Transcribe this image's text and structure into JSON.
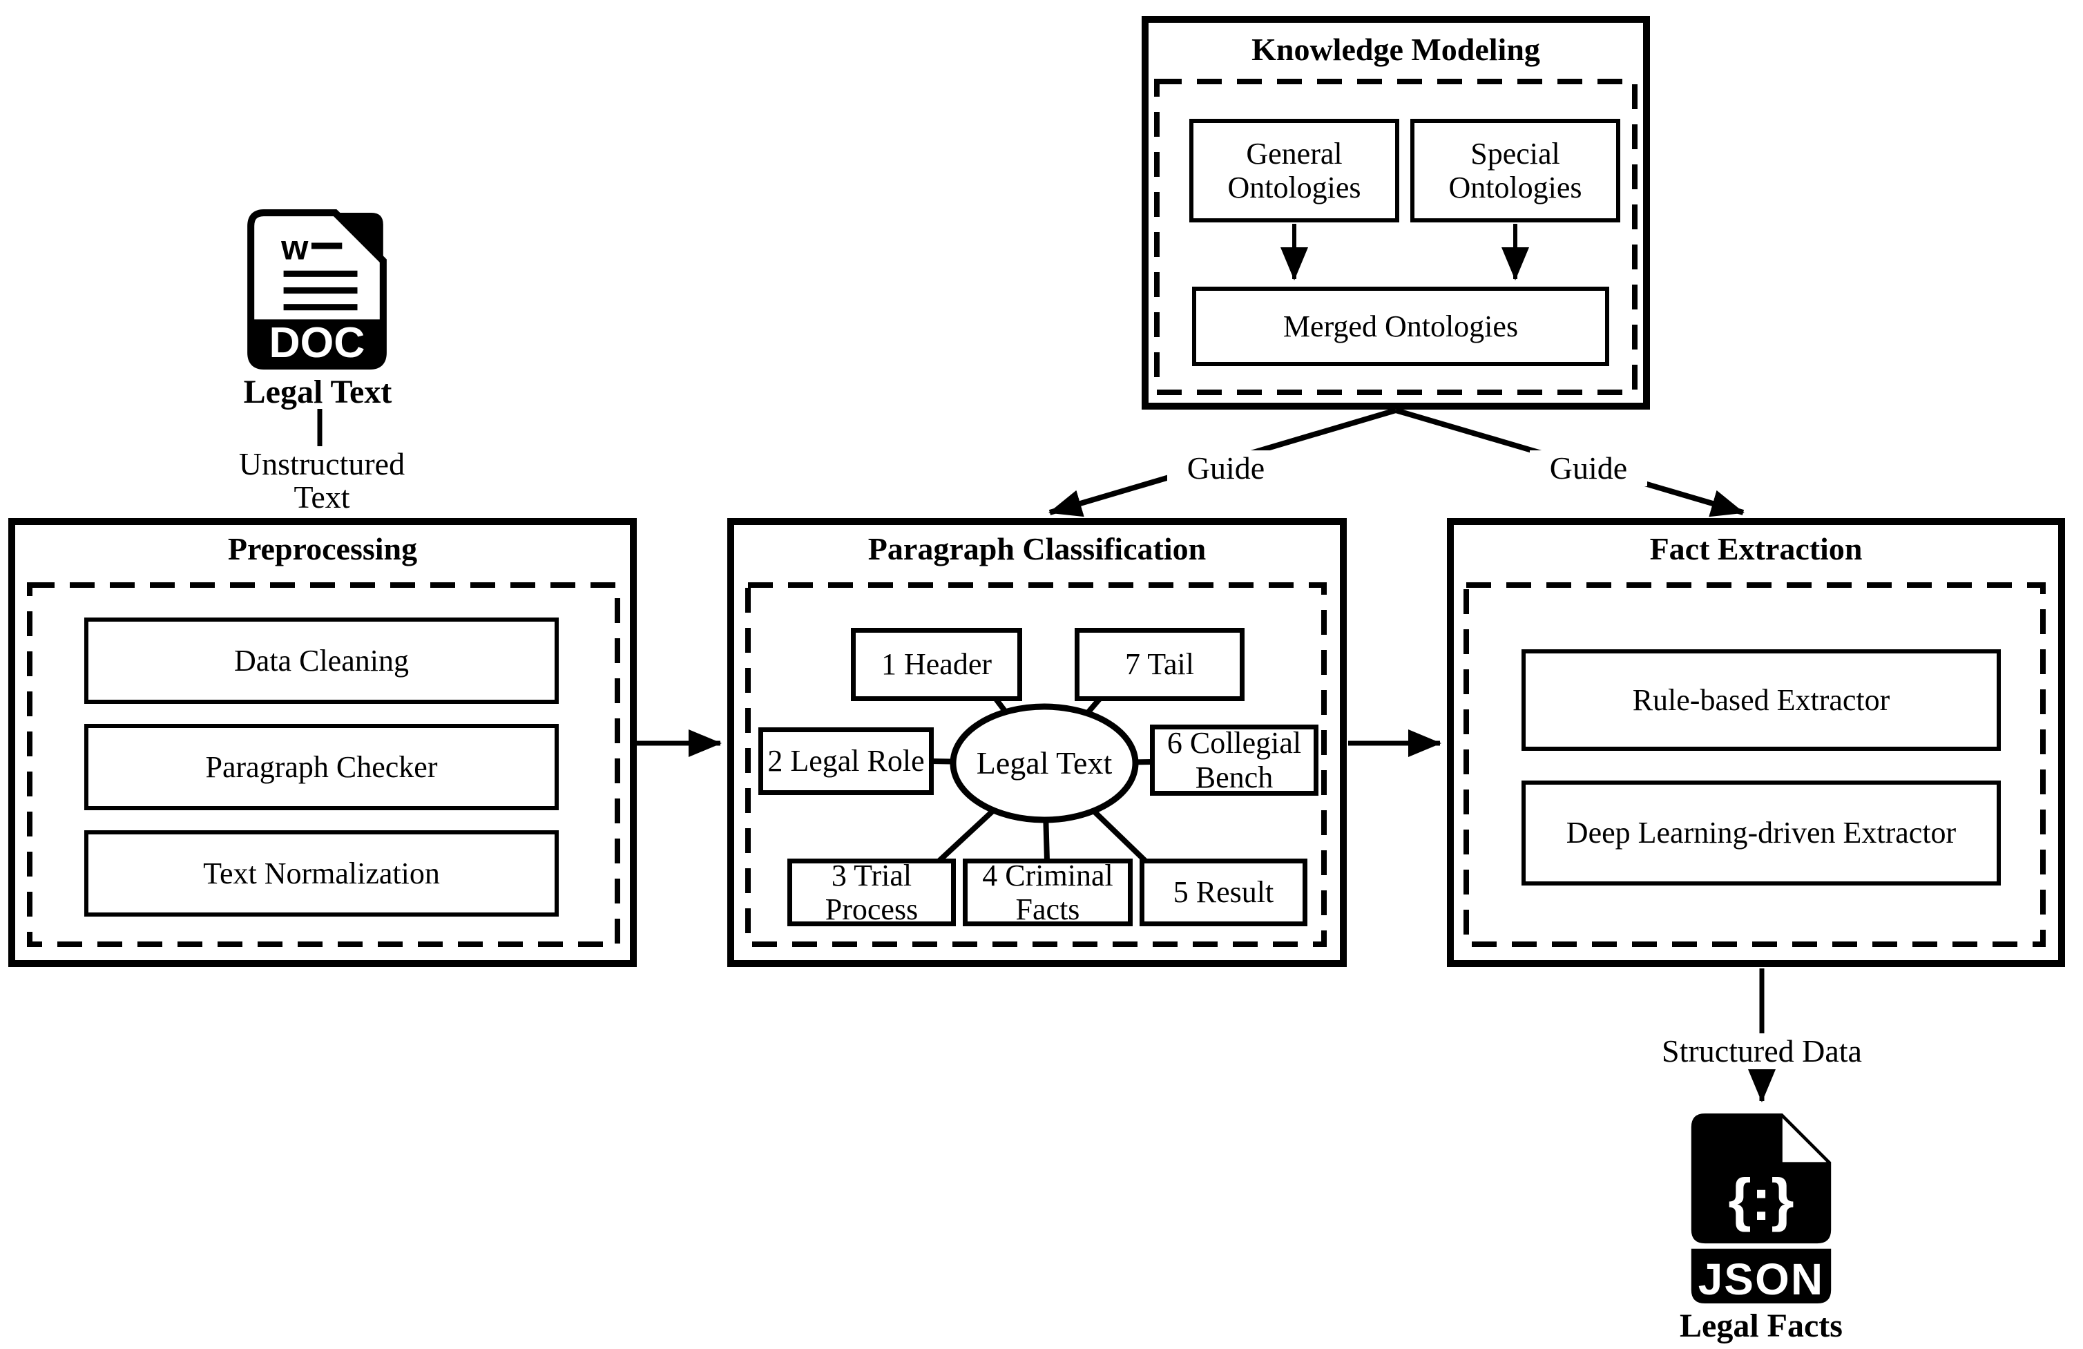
{
  "diagram": {
    "input": {
      "label": "Legal Text",
      "file_type": "DOC",
      "page_marker": "w"
    },
    "input_edge_label": "Unstructured Text",
    "knowledge_modeling": {
      "title": "Knowledge Modeling",
      "general": "General Ontologies",
      "special": "Special Ontologies",
      "merged": "Merged Ontologies",
      "guide_left": "Guide",
      "guide_right": "Guide"
    },
    "preprocessing": {
      "title": "Preprocessing",
      "steps": [
        "Data Cleaning",
        "Paragraph Checker",
        "Text Normalization"
      ]
    },
    "paragraph_classification": {
      "title": "Paragraph Classification",
      "center": "Legal Text",
      "categories": [
        "1 Header",
        "2 Legal Role",
        "3 Trial Process",
        "4 Criminal Facts",
        "5 Result",
        "6 Collegial Bench",
        "7 Tail"
      ]
    },
    "fact_extraction": {
      "title": "Fact Extraction",
      "extractors": [
        "Rule-based Extractor",
        "Deep Learning-driven Extractor"
      ]
    },
    "output_edge_label": "Structured Data",
    "output": {
      "label": "Legal Facts",
      "file_type": "JSON",
      "symbol": "{:}"
    }
  },
  "colors": {
    "ink": "#000000",
    "paper": "#ffffff"
  }
}
